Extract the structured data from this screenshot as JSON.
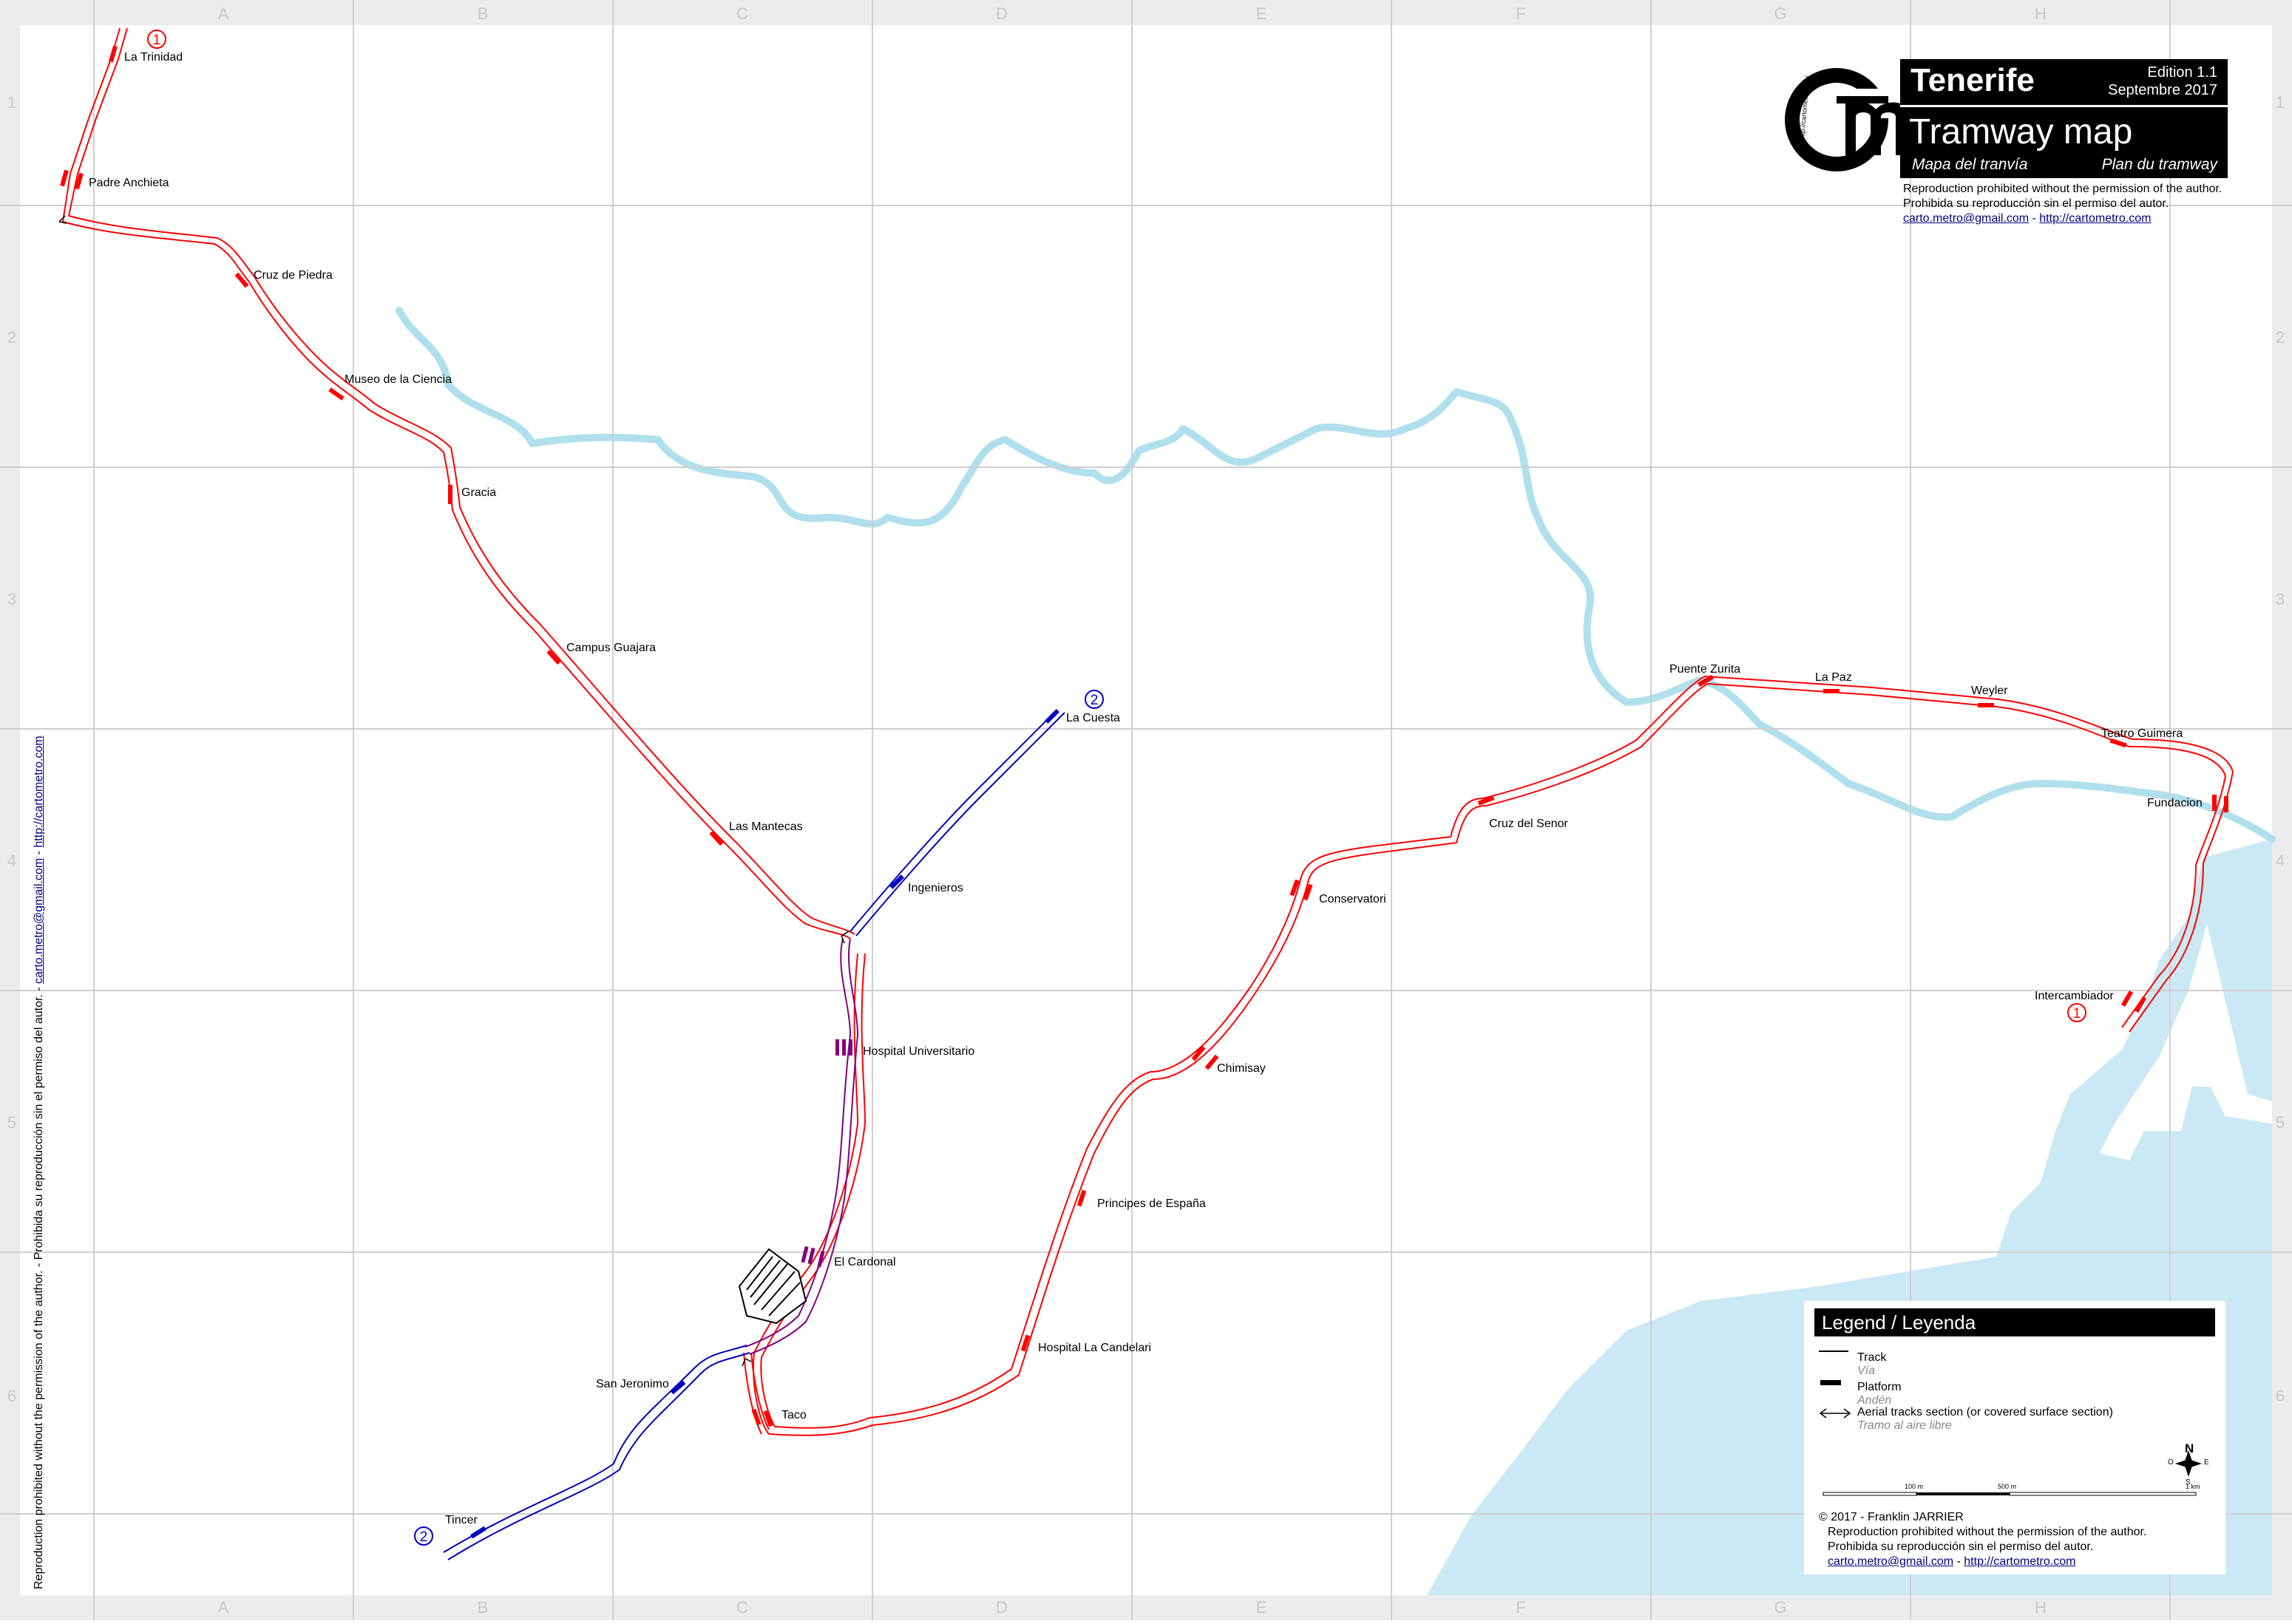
{
  "header": {
    "city": "Tenerife",
    "edition": "Edition 1.1",
    "date": "Septembre 2017",
    "title": "Tramway map",
    "title_es": "Mapa del tranvía",
    "title_fr": "Plan du tramway"
  },
  "logo": {
    "url_text": "http://cartometro.com/"
  },
  "copyright": {
    "line_en": "Reproduction prohibited without the permission of the author.",
    "line_es": "Prohibida su reproducción sin el permiso del autor.",
    "email": "carto.metro@gmail.com",
    "separator": " - ",
    "site": "http://cartometro.com"
  },
  "vertical_note": {
    "line_en": "Reproduction prohibited without the permission of the author.",
    "separator": "  -  ",
    "line_es": "Prohibida su reproducción sin el permiso del autor.",
    "email": "carto.metro@gmail.com",
    "site": "http://cartometro.com"
  },
  "grid": {
    "columns": [
      "A",
      "B",
      "C",
      "D",
      "E",
      "F",
      "G",
      "H"
    ],
    "rows": [
      "1",
      "2",
      "3",
      "4",
      "5",
      "6"
    ]
  },
  "lines": [
    {
      "id": "line-1",
      "number": "1",
      "color": "#ff0000"
    },
    {
      "id": "line-2",
      "number": "2",
      "color": "#0000c0"
    }
  ],
  "shared_color": "#800080",
  "water_color": "#cbe9f4",
  "stations": {
    "la_trinidad": "La Trinidad",
    "padre_anchieta": "Padre Anchieta",
    "cruz_de_piedra": "Cruz de Piedra",
    "museo": "Museo de la Ciencia",
    "gracia": "Gracia",
    "campus": "Campus Guajara",
    "mantecas": "Las Mantecas",
    "ingenieros": "Ingenieros",
    "la_cuesta": "La Cuesta",
    "hospital_univ": "Hospital Universitario",
    "el_cardonal": "El Cardonal",
    "san_jeronimo": "San Jeronimo",
    "tincer": "Tincer",
    "taco": "Taco",
    "hospital_cand": "Hospital La Candelari",
    "principes": "Principes de España",
    "chimisay": "Chimisay",
    "conservatori": "Conservatori",
    "cruz_senor": "Cruz del Senor",
    "puente_zurita": "Puente Zurita",
    "la_paz": "La Paz",
    "weyler": "Weyler",
    "teatro": "Teatro Guimera",
    "fundacion": "Fundacion",
    "intercambiador": "Intercambiador"
  },
  "legend": {
    "title": "Legend / Leyenda",
    "track": "Track",
    "track_es": "Vía",
    "platform": "Platform",
    "platform_es": "Andén",
    "aerial": "Aerial tracks section (or covered surface section)",
    "aerial_es": "Tramo al aire libre",
    "compass": {
      "n": "N",
      "s": "S",
      "e": "E",
      "o": "O"
    },
    "scale": [
      "100 m",
      "500 m",
      "1 km"
    ],
    "author": "© 2017 - Franklin JARRIER",
    "line_en": "Reproduction prohibited without the permission of the author.",
    "line_es": "Prohibida su reproducción sin el permiso del autor.",
    "email": "carto.metro@gmail.com",
    "separator": " - ",
    "site": "http://cartometro.com"
  }
}
